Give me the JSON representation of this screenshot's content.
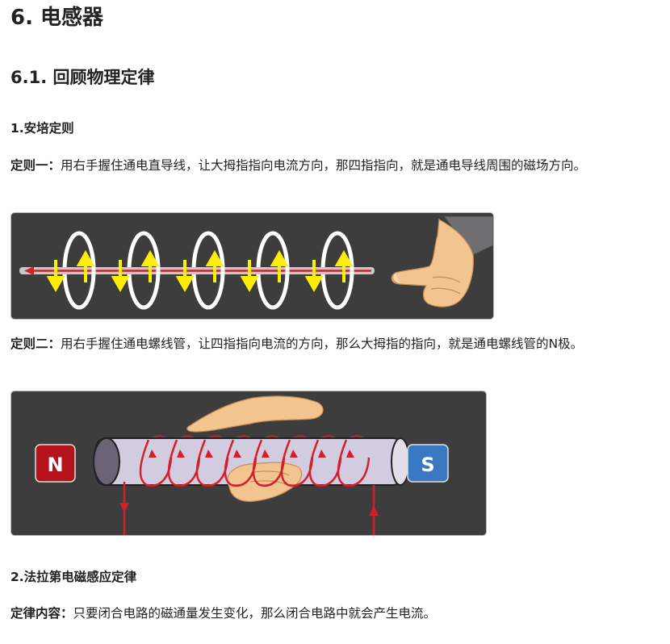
{
  "heading": "6. 电感器",
  "subheading": "6.1. 回顾物理定律",
  "section1": {
    "title": "1.安培定则",
    "rule1": {
      "label": "定则一：",
      "text": "用右手握住通电直导线，让大拇指指向电流方向，那四指指向，就是通电导线周围的磁场方向。"
    },
    "rule2": {
      "label": "定则二：",
      "text": "用右手握住通电螺线管，让四指指向电流的方向，那么大拇指的指向，就是通电螺线管的N极。"
    },
    "figure2": {
      "north_label": "N",
      "south_label": "S"
    }
  },
  "section2": {
    "title": "2.法拉第电磁感应定律",
    "law": {
      "label": "定律内容：",
      "text": "只要闭合电路的磁通量发生变化，那么闭合电路中就会产生电流。"
    }
  },
  "colors": {
    "figure_bg": "#3d3d3d",
    "arrow_yellow": "#ffef00",
    "current_red": "#d41f2a",
    "north_red": "#b5121b",
    "south_blue": "#3a78c2",
    "skin": "#f2c48f",
    "solenoid": "#d2cce0"
  }
}
